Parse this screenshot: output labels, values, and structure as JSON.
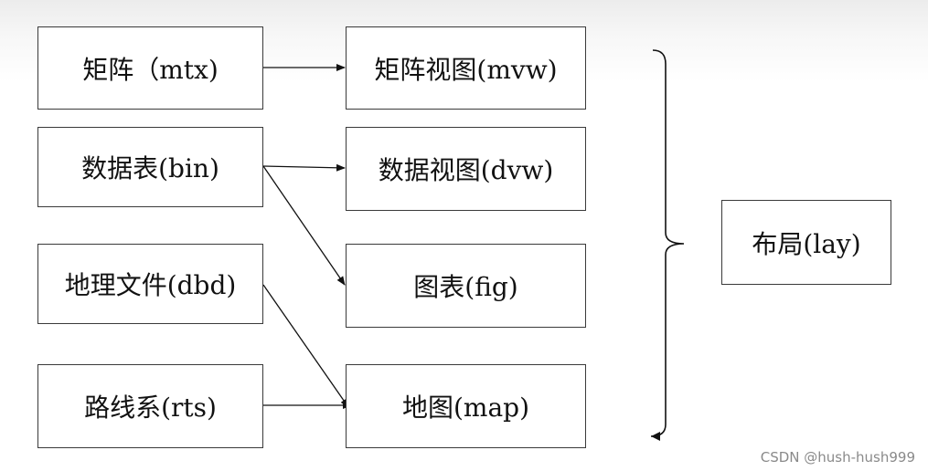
{
  "diagram": {
    "sources": {
      "mtx": "矩阵（mtx)",
      "bin": "数据表(bin)",
      "dbd": "地理文件(dbd)",
      "rts": "路线系(rts)"
    },
    "views": {
      "mvw": "矩阵视图(mvw)",
      "dvw": "数据视图(dvw)",
      "fig": "图表(fig)",
      "map": "地图(map)"
    },
    "layout": "布局(lay)"
  },
  "watermark": "CSDN @hush-hush999",
  "colors": {
    "line": "#111111",
    "border": "#3a3a3a",
    "text": "#111111"
  }
}
